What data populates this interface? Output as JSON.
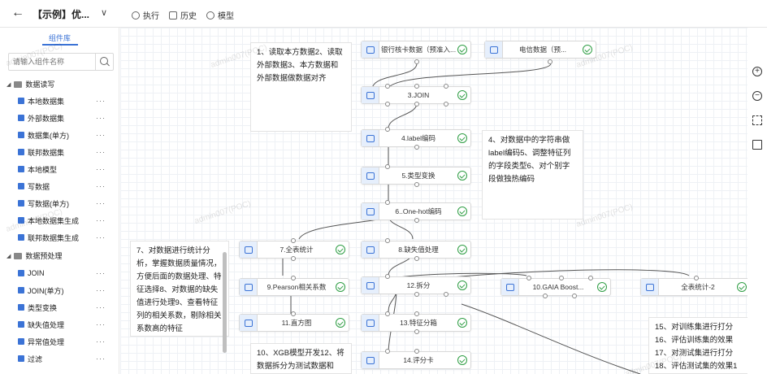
{
  "header": {
    "title": "【示例】优...",
    "back_icon": "arrow-left-icon",
    "menu": [
      "执行",
      "历史",
      "模型"
    ]
  },
  "sidebar": {
    "tab": "组件库",
    "search_placeholder": "请输入组件名称",
    "groups": [
      {
        "label": "数据读写",
        "items": [
          "本地数据集",
          "外部数据集",
          "数据集(单方)",
          "联邦数据集",
          "本地模型",
          "写数据",
          "写数据(单方)",
          "本地数据集生成",
          "联邦数据集生成"
        ]
      },
      {
        "label": "数据预处理",
        "items": [
          "JOIN",
          "JOIN(单方)",
          "类型变换",
          "缺失值处理",
          "异常值处理",
          "过滤"
        ]
      }
    ]
  },
  "nodes": [
    {
      "id": "bank",
      "label": "银行核卡数据（预准入...",
      "icon": "database-icon"
    },
    {
      "id": "telecom",
      "label": "电信数据（预...",
      "icon": "lock-database-icon"
    },
    {
      "id": "join",
      "label": "3.JOIN",
      "icon": "join-icon"
    },
    {
      "id": "label",
      "label": "4.label编码",
      "icon": "tag-icon"
    },
    {
      "id": "type",
      "label": "5.类型变换",
      "icon": "grid-icon"
    },
    {
      "id": "onehot",
      "label": "6..One-hot编码",
      "icon": "code-icon"
    },
    {
      "id": "stat",
      "label": "7.全表统计",
      "icon": "chart-icon"
    },
    {
      "id": "missing",
      "label": "8.缺失值处理",
      "icon": "list-icon"
    },
    {
      "id": "pearson",
      "label": "9.Pearson相关系数",
      "icon": "matrix-icon"
    },
    {
      "id": "split",
      "label": "12.拆分",
      "icon": "split-icon"
    },
    {
      "id": "gaia",
      "label": "10.GAIA Boost...",
      "icon": "model-icon"
    },
    {
      "id": "stat2",
      "label": "全表统计-2",
      "icon": "chart-icon"
    },
    {
      "id": "hist",
      "label": "11.直方图",
      "icon": "bar-chart-icon"
    },
    {
      "id": "binning",
      "label": "13.特征分箱",
      "icon": "binning-icon"
    },
    {
      "id": "score",
      "label": "14.评分卡",
      "icon": "card-icon"
    }
  ],
  "notes": [
    "1、读取本方数据2、读取外部数据3、本方数据和外部数据做数据对齐",
    "4、对数据中的字符串做label编码5、调整特征列的字段类型6、对个别字段做独热编码",
    "7、对数据进行统计分析，掌握数据质量情况，方便后面的数据处理、特征选择8、对数据的缺失值进行处理9、查看特征列的相关系数，剔除相关系数高的特征",
    "10、XGB模型开发12、将数据拆分为测试数据和",
    "15、对训练集进行打分 16、评估训练集的效果17、对测试集进行打分18、评估测试集的效果1"
  ],
  "watermark": "admin007(POC)",
  "right_tools": [
    "zoom-in-icon",
    "zoom-out-icon",
    "fit-view-icon",
    "minimap-icon"
  ]
}
